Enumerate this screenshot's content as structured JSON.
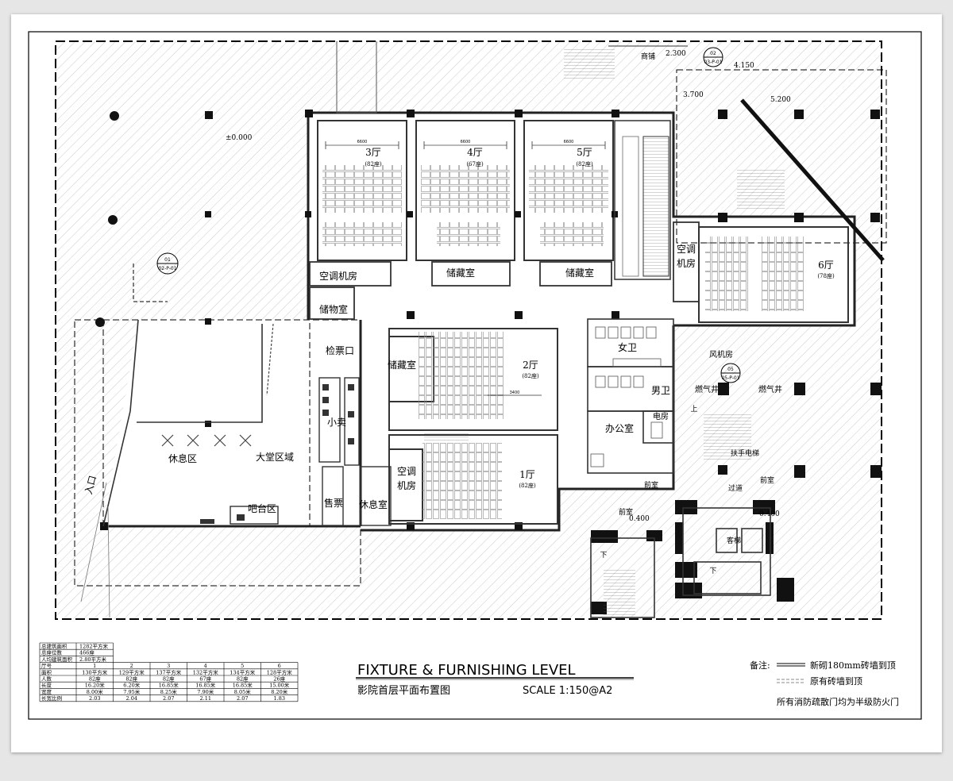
{
  "drawing": {
    "title_en": "FIXTURE & FURNISHING LEVEL",
    "title_cn": "影院首层平面布置图",
    "scale": "SCALE  1:150@A2"
  },
  "notes": {
    "label": "备注:",
    "new_wall": "新砌180mm砖墙到顶",
    "existing_wall": "原有砖墙到顶",
    "fire_doors": "所有消防疏散门均为半级防火门"
  },
  "rooms": {
    "hall3": "3厅",
    "hall3_seats": "(82座)",
    "hall4": "4厅",
    "hall4_seats": "(67座)",
    "hall5": "5厅",
    "hall5_seats": "(82座)",
    "hall2": "2厅",
    "hall2_seats": "(82座)",
    "hall1": "1厅",
    "hall1_seats": "(82座)",
    "hall6": "6厅",
    "hall6_seats": "(78座)",
    "ac_room": "空调机房",
    "ac_room_a": "空调",
    "ac_room_b": "机房",
    "storage": "储藏室",
    "storage_b": "储藏室",
    "storage_c": "储藏室",
    "store": "储物室",
    "ticket_check": "检票口",
    "lounge_area": "休息区",
    "lobby": "大堂区域",
    "bar": "吧台区",
    "ticket_sale": "售票",
    "snack": "小卖",
    "rest_room": "休息室",
    "female_wc": "女卫",
    "male_wc": "男卫",
    "office": "办公室",
    "fan_room": "风机房",
    "gas_shaft": "燃气井",
    "gas_shaft_b": "燃气井",
    "front_room": "前室",
    "corridor": "过道",
    "entrance": "入口",
    "shop": "商铺",
    "ext_room": "扶手电梯",
    "elev": "客梯",
    "down": "下",
    "up": "上",
    "elec_room": "电房"
  },
  "elevations": {
    "e0": "±0.000",
    "e1": "2.300",
    "e2": "4.150",
    "e3": "3.700",
    "e4": "5.200",
    "e5": "0.400",
    "e6": "0.400"
  },
  "section_marks": {
    "s1_num": "01",
    "s1_ref": "02-P-01",
    "s2_num": "02",
    "s2_ref": "03-P-01",
    "s3_num": "05",
    "s3_ref": "05-P-01"
  },
  "dims": {
    "d1": "6600",
    "d2": "6600",
    "d3": "6600",
    "d4": "3400"
  },
  "stats_table": {
    "summary": [
      [
        "总建筑面积",
        "1282平方米"
      ],
      [
        "总座位数",
        "466座"
      ],
      [
        "人均建筑面积",
        "2.80平方米"
      ]
    ],
    "header": [
      "厅号",
      "1",
      "2",
      "3",
      "4",
      "5",
      "6"
    ],
    "rows": [
      [
        "面积",
        "130平方米",
        "129平方米",
        "137平方米",
        "132平方米",
        "134平方米",
        "128平方米"
      ],
      [
        "人数",
        "82座",
        "82座",
        "82座",
        "67座",
        "82座",
        "26座"
      ],
      [
        "长度",
        "16.20米",
        "6.20米",
        "16.85米",
        "16.85米",
        "16.85米",
        "15.00米"
      ],
      [
        "宽度",
        "8.00米",
        "7.95米",
        "8.25米",
        "7.90米",
        "8.05米",
        "8.20米"
      ],
      [
        "长宽比例",
        "2.03",
        "2.04",
        "2.07",
        "2.11",
        "2.07",
        "1.83"
      ]
    ]
  }
}
